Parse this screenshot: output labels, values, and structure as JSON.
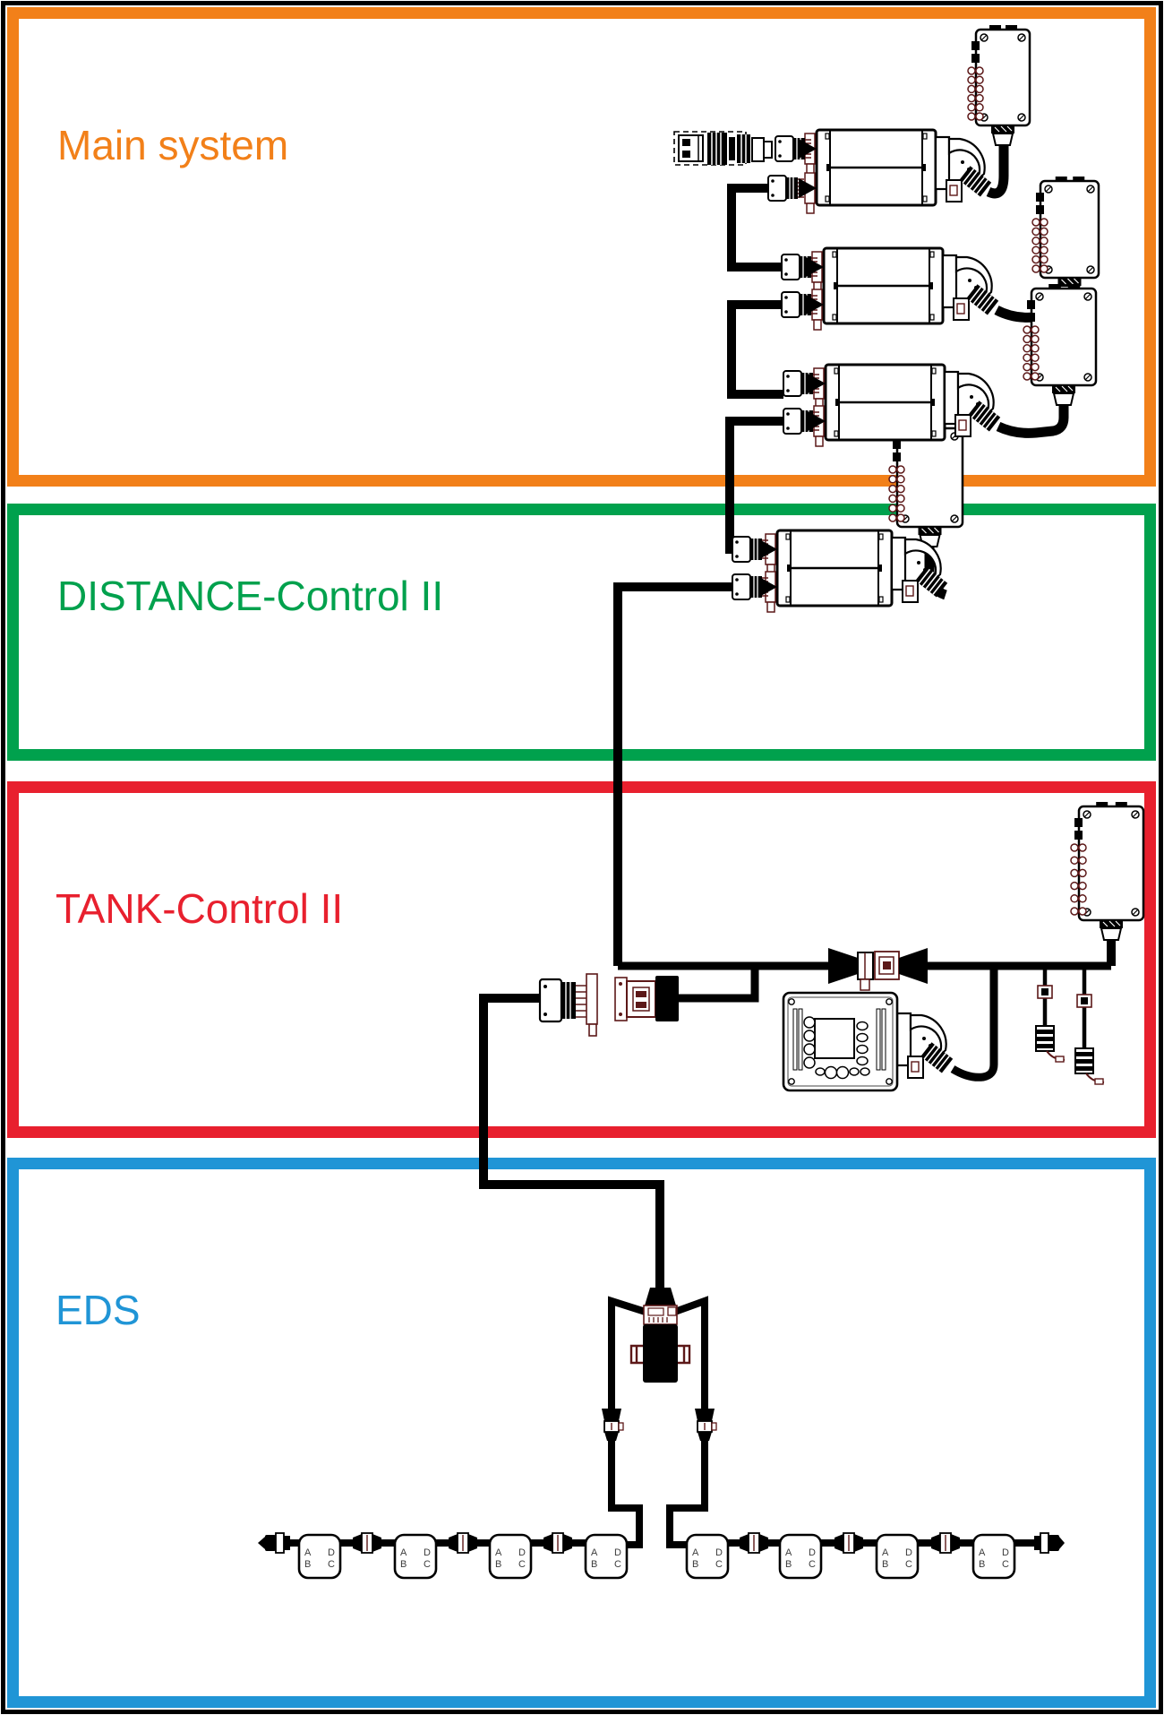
{
  "sections": {
    "main": {
      "label": "Main system",
      "color": "#F28019"
    },
    "distance": {
      "label": "DISTANCE-Control II",
      "color": "#00A14D"
    },
    "tank": {
      "label": "TANK-Control II",
      "color": "#E8202E"
    },
    "eds": {
      "label": "EDS",
      "color": "#2095D6"
    }
  },
  "eds_nozzles": {
    "count": 8,
    "corner_letters": {
      "top_left": "A",
      "bottom_left": "B",
      "top_right": "D",
      "bottom_right": "C"
    }
  }
}
